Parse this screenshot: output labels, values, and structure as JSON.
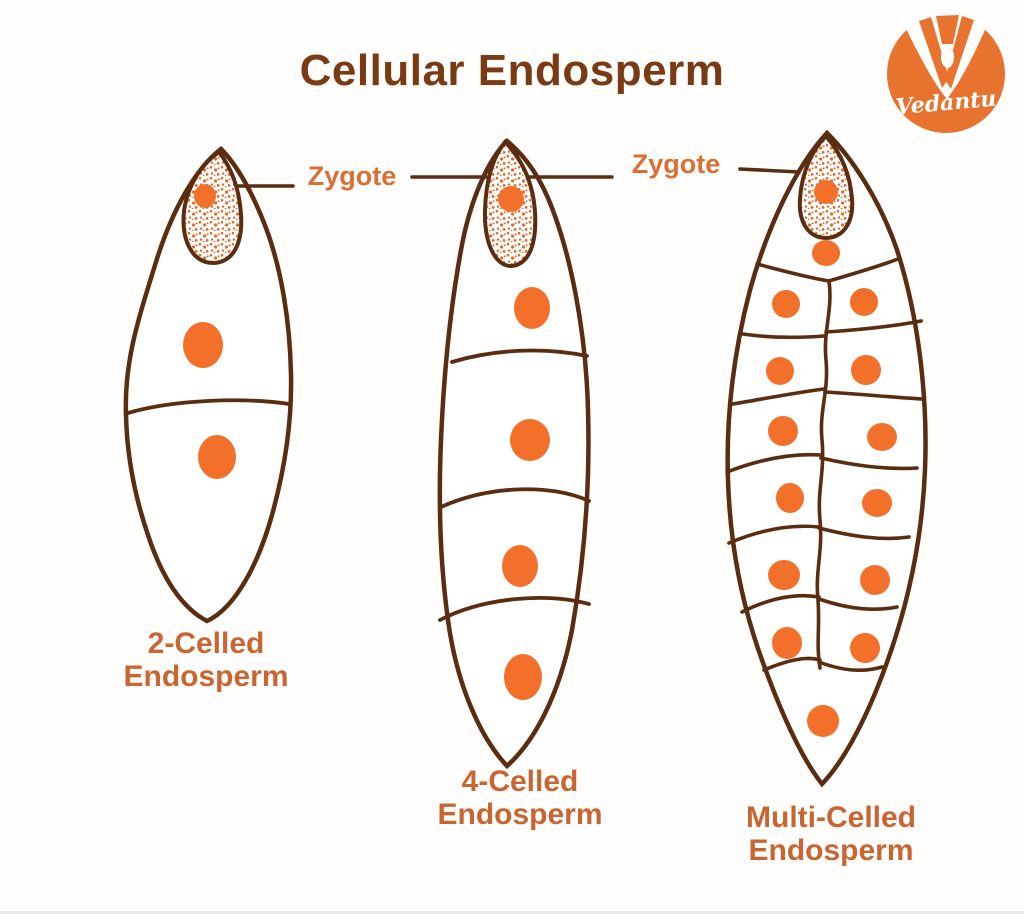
{
  "title": "Cellular Endosperm",
  "brand": {
    "name": "Vedantu"
  },
  "annotations": {
    "zygote_label_1": "Zygote",
    "zygote_label_2": "Zygote"
  },
  "figures": {
    "two_celled": {
      "caption_line1": "2-Celled",
      "caption_line2": "Endosperm",
      "nucleus_count": 2
    },
    "four_celled": {
      "caption_line1": "4-Celled",
      "caption_line2": "Endosperm",
      "nucleus_count": 4
    },
    "multi_celled": {
      "caption_line1": "Multi-Celled",
      "caption_line2": "Endosperm",
      "nucleus_count": 14
    }
  },
  "colors": {
    "outline_brown": "#5a2c10",
    "nucleus_orange": "#f2702a",
    "stipple_orange": "#e06a28",
    "caption_orange": "#c96532",
    "zygote_label_orange": "#d96f35",
    "title_brown": "#7a3a14",
    "logo_orange": "#e8732e"
  }
}
